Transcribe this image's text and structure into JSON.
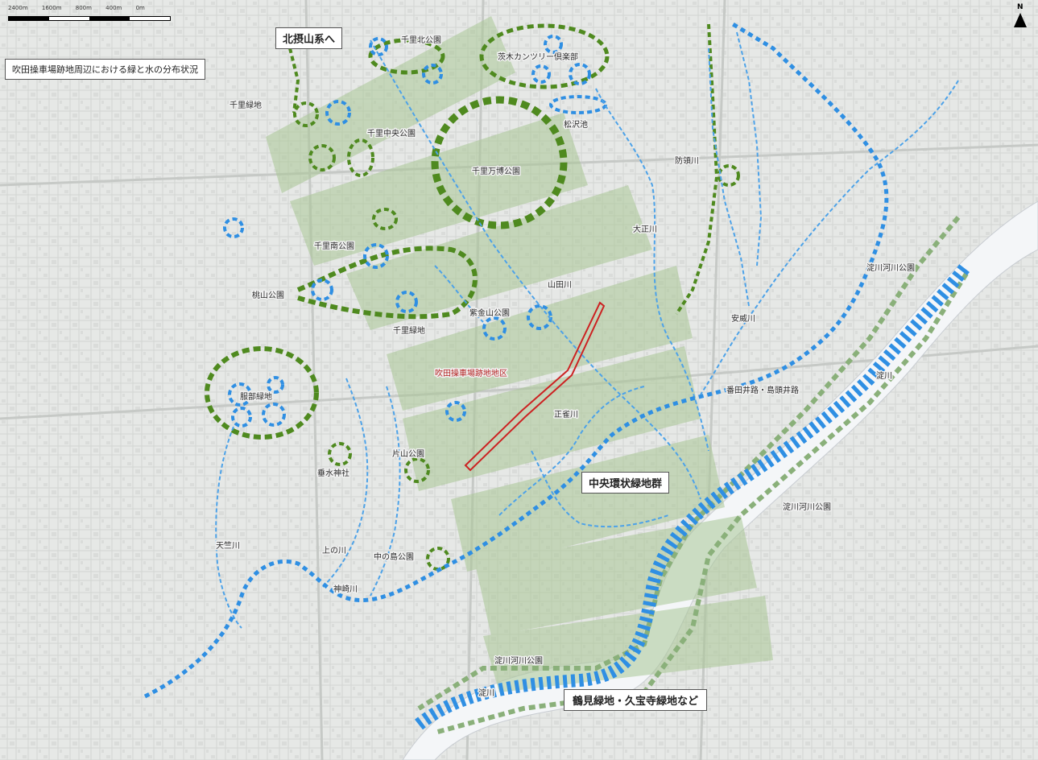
{
  "title": "吹田操車場跡地周辺における緑と水の分布状況",
  "callouts": {
    "north_mountains": "北摂山系へ",
    "central_ring": "中央環状緑地群",
    "tsurumi": "鶴見緑地・久宝寺緑地など"
  },
  "scale": {
    "labels": [
      "2400m",
      "1600m",
      "800m",
      "400m",
      "0m"
    ],
    "north": "N"
  },
  "site_label": "吹田操車場跡地地区",
  "labels": [
    "千里北公園",
    "茨木カンツリー倶楽部",
    "千里緑地",
    "千里中央公園",
    "松沢池",
    "千里万博公園",
    "防領川",
    "大正川",
    "千里南公園",
    "桃山公園",
    "山田川",
    "紫金山公園",
    "千里緑地",
    "安威川",
    "服部緑地",
    "正雀川",
    "番田井路・島頭井路",
    "淀川河川公園",
    "淀川",
    "片山公園",
    "垂水神社",
    "淀川河川公園",
    "天竺川",
    "上の川",
    "中の島公園",
    "神崎川",
    "淀川河川公園",
    "淀川"
  ],
  "colors": {
    "green_belt": "#a9c796",
    "green_ring": "#4f8a1f",
    "water": "#2f8fe3",
    "site": "#cc2222",
    "base": "#e9ebe9"
  }
}
